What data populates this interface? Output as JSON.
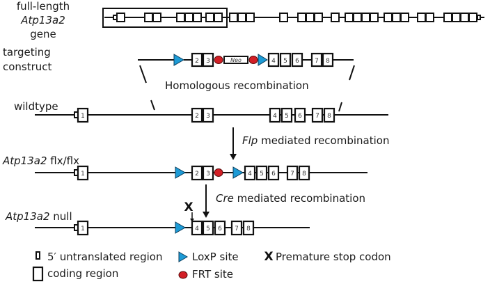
{
  "title_rows": {
    "full_length": {
      "line1": "full-length",
      "line2": "Atp13a2",
      "line3": "gene"
    },
    "targeting": {
      "line1": "targeting",
      "line2": "construct"
    },
    "wildtype": "wildtype",
    "flx": {
      "gene": "Atp13a2",
      "suffix": "flx/flx"
    },
    "null": {
      "gene": "Atp13a2",
      "suffix": "null"
    }
  },
  "steps": {
    "homologous": "Homologous recombination",
    "flp": {
      "enzyme": "Flp",
      "rest": "mediated recombination"
    },
    "cre": {
      "enzyme": "Cre",
      "rest": "mediated recombination"
    }
  },
  "exon_labels": [
    "1",
    "2",
    "3",
    "4",
    "5",
    "6",
    "7",
    "8"
  ],
  "neo_label": "Neo",
  "stop_marker": "X",
  "legend": {
    "utr": "5′ untranslated region",
    "coding": "coding region",
    "loxp": "LoxP site",
    "frt": "FRT site",
    "stop_symbol": "X",
    "stop": "Premature stop codon"
  },
  "colors": {
    "loxp": "#1d9bd6",
    "frt": "#d21f26",
    "line": "#111111"
  }
}
